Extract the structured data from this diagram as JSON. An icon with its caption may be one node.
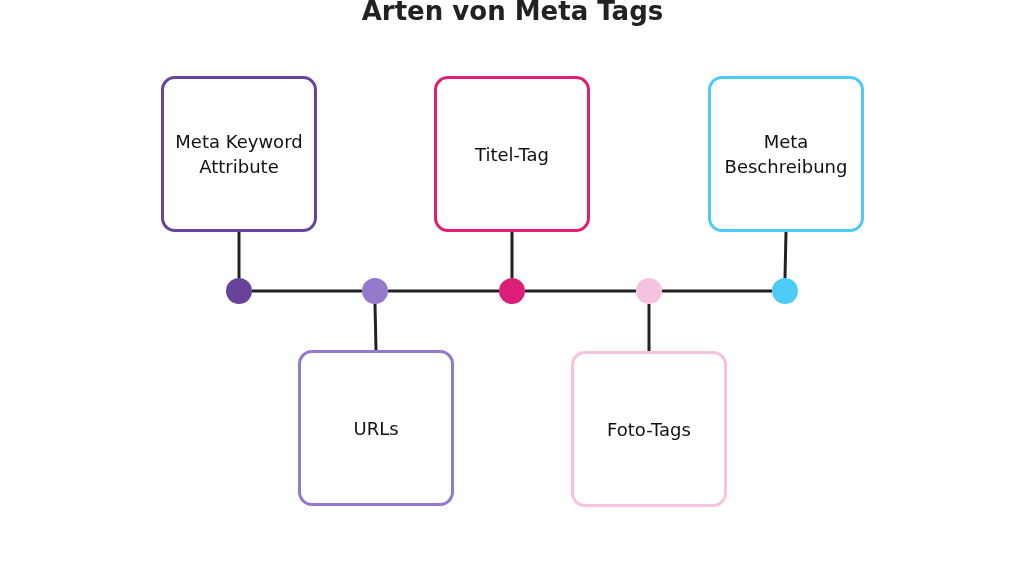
{
  "diagram": {
    "title": "Arten von Meta Tags",
    "nodes": [
      {
        "text": [
          "Meta Keyword Attribute"
        ]
      },
      {
        "text": [
          "Titel-Tag"
        ]
      },
      {
        "text": [
          "Meta Beschreibung"
        ]
      },
      {
        "text": [],
        "shape": "circle"
      },
      {
        "text": [],
        "shape": "circle"
      },
      {
        "text": [],
        "shape": "circle"
      },
      {
        "text": [],
        "shape": "circle"
      },
      {
        "text": [],
        "shape": "circle"
      },
      {
        "text": [
          "URLs"
        ]
      },
      {
        "text": [
          "Foto-Tags"
        ]
      }
    ],
    "edges": [
      {
        "from": 0,
        "to": 3,
        "arrow": "none"
      },
      {
        "from": 1,
        "to": 5,
        "arrow": "none"
      },
      {
        "from": 2,
        "to": 7,
        "arrow": "none"
      },
      {
        "from": 3,
        "to": 4,
        "arrow": "none"
      },
      {
        "from": 4,
        "to": 5,
        "arrow": "none"
      },
      {
        "from": 5,
        "to": 6,
        "arrow": "none"
      },
      {
        "from": 6,
        "to": 7,
        "arrow": "none"
      },
      {
        "from": 4,
        "to": 8,
        "arrow": "none"
      },
      {
        "from": 6,
        "to": 9,
        "arrow": "none"
      }
    ]
  }
}
